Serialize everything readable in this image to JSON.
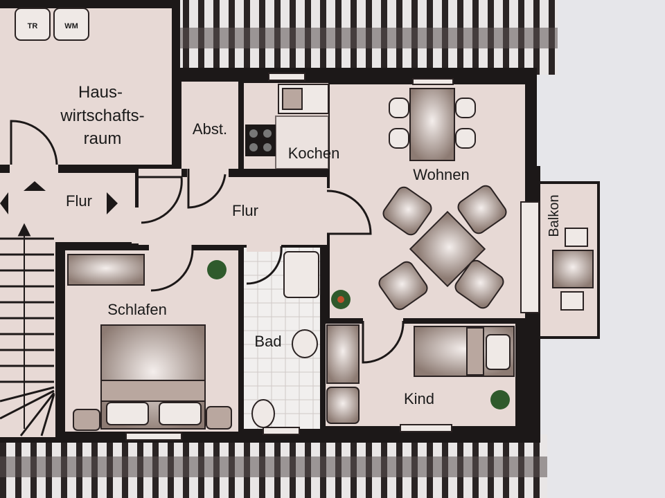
{
  "plan": {
    "appliances": {
      "dryer": "TR",
      "washer": "WM"
    },
    "rooms": {
      "utility_line1": "Haus-",
      "utility_line2": "wirtschafts-",
      "utility_line3": "raum",
      "storage": "Abst.",
      "kitchen": "Kochen",
      "living": "Wohnen",
      "balcony": "Balkon",
      "hall_left": "Flur",
      "hall_center": "Flur",
      "bedroom": "Schlafen",
      "bath": "Bad",
      "child": "Kind"
    },
    "colors": {
      "floor": "#e7d9d5",
      "wall": "#1c1818",
      "furniture": "#b9a79f",
      "background": "#e6e6ea"
    }
  }
}
